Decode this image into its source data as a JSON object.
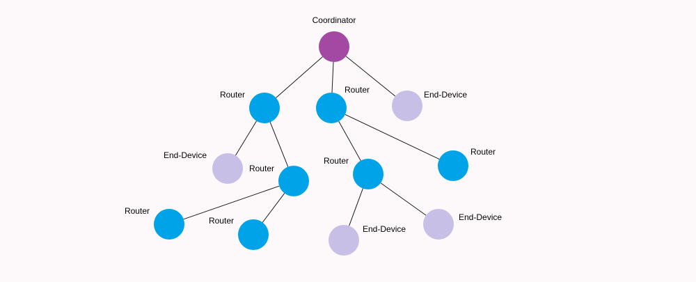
{
  "colors": {
    "coordinator": "#a349a4",
    "router": "#00a2e8",
    "end_device": "#c8bfe7",
    "edge": "#1a1a1a"
  },
  "nodes": {
    "coordinator": {
      "label": "Coordinator",
      "role": "coordinator"
    },
    "router_a": {
      "label": "Router",
      "role": "router"
    },
    "router_b": {
      "label": "Router",
      "role": "router"
    },
    "end_a": {
      "label": "End-Device",
      "role": "end_device"
    },
    "end_b": {
      "label": "End-Device",
      "role": "end_device"
    },
    "router_c": {
      "label": "Router",
      "role": "router"
    },
    "router_d": {
      "label": "Router",
      "role": "router"
    },
    "router_e": {
      "label": "Router",
      "role": "router"
    },
    "router_f": {
      "label": "Router",
      "role": "router"
    },
    "router_g": {
      "label": "Router",
      "role": "router"
    },
    "end_c": {
      "label": "End-Device",
      "role": "end_device"
    },
    "end_d": {
      "label": "End-Device",
      "role": "end_device"
    }
  },
  "edges": [
    [
      "coordinator",
      "router_a"
    ],
    [
      "coordinator",
      "router_b"
    ],
    [
      "coordinator",
      "end_a"
    ],
    [
      "router_a",
      "end_b"
    ],
    [
      "router_a",
      "router_c"
    ],
    [
      "router_c",
      "router_d"
    ],
    [
      "router_c",
      "router_e"
    ],
    [
      "router_b",
      "router_f"
    ],
    [
      "router_b",
      "router_g"
    ],
    [
      "router_f",
      "end_c"
    ],
    [
      "router_f",
      "end_d"
    ]
  ]
}
